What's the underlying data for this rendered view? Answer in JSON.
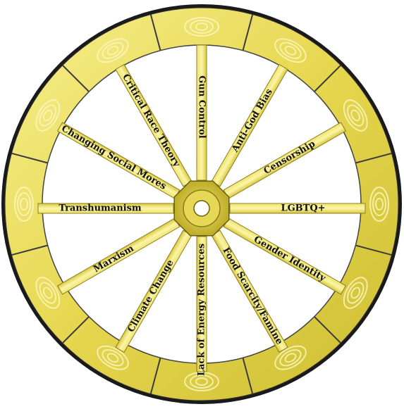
{
  "wheel": {
    "colors": {
      "wood_light": "#f3ea7a",
      "wood_mid": "#e3d44c",
      "wood_dark": "#c2b22a",
      "rim_dark": "#1a1a1a",
      "grain": "#f8f3b8"
    },
    "spokes": [
      {
        "label": "Gun Control"
      },
      {
        "label": "Anti-God Bias"
      },
      {
        "label": "Censorship"
      },
      {
        "label": "LGBTQ+"
      },
      {
        "label": "Gender Identity"
      },
      {
        "label": "Food Scarcity/Famine"
      },
      {
        "label": "Lack of Energy Resources"
      },
      {
        "label": "Climate Change"
      },
      {
        "label": "Marxism"
      },
      {
        "label": "Transhumanism"
      },
      {
        "label": "Changing Social Mores"
      },
      {
        "label": "Critical Race Theory"
      }
    ]
  }
}
